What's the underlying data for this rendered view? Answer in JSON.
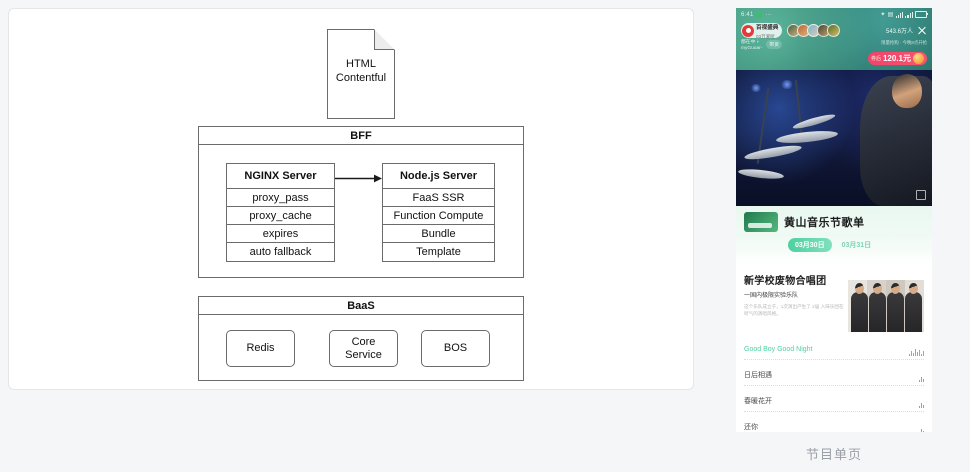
{
  "diagram": {
    "document_node": {
      "line1": "HTML",
      "line2": "Contentful"
    },
    "groups": [
      {
        "id": "bff",
        "title": "BFF",
        "stacks": [
          {
            "id": "nginx",
            "header": "NGINX Server",
            "rows": [
              "proxy_pass",
              "proxy_cache",
              "expires",
              "auto fallback"
            ]
          },
          {
            "id": "node",
            "header": "Node.js Server",
            "rows": [
              "FaaS SSR",
              "Function Compute",
              "Bundle",
              "Template"
            ]
          }
        ],
        "arrow": "arrow-right-icon"
      },
      {
        "id": "baas",
        "title": "BaaS",
        "services": [
          "Redis",
          "Core\nService",
          "BOS"
        ],
        "service_labels": {
          "redis": "Redis",
          "core_line1": "Core",
          "core_line2": "Service",
          "bos": "BOS"
        }
      }
    ]
  },
  "phone": {
    "statusbar": {
      "time": "6:41",
      "wifi_icon": "wifi-icon",
      "signal_icon": "signal-bars-icon",
      "battery_icon": "battery-icon",
      "bluetooth_icon": "bluetooth-icon"
    },
    "live_header": {
      "channel_name": "百视盛典",
      "channel_sub": "03万爱听",
      "viewers": "543.6万人",
      "close_icon": "close-icon",
      "lyric_line1": "都在中 i-",
      "lyric_line2": "myGuoar-",
      "mini_chip": "带货",
      "price_note": "限量抢购 · 今晚8点开抢",
      "price_label": "券后",
      "price_value": "120.1元"
    },
    "video": {
      "fullscreen_icon": "fullscreen-icon",
      "alt": "drummer-stage-video"
    },
    "banner": {
      "logo_icon": "festival-logo-icon",
      "title": "黄山音乐节歌单",
      "dates": [
        {
          "label": "03月30日",
          "active": true
        },
        {
          "label": "03月31日",
          "active": false
        }
      ]
    },
    "artist": {
      "name": "新学校废物合唱团",
      "subtitle": "一国内极限实验乐队",
      "description": "这个乐队成立于，1次演出产生了   2届\n入味乐团在 听气的演唱风格。",
      "photo_alt": "band-members-photo"
    },
    "songs": [
      {
        "title": "Good Boy Good Night",
        "active": true
      },
      {
        "title": "日后相遇",
        "active": false
      },
      {
        "title": "春暖花开",
        "active": false
      },
      {
        "title": "还你",
        "active": false
      }
    ]
  },
  "caption": "节目单页"
}
